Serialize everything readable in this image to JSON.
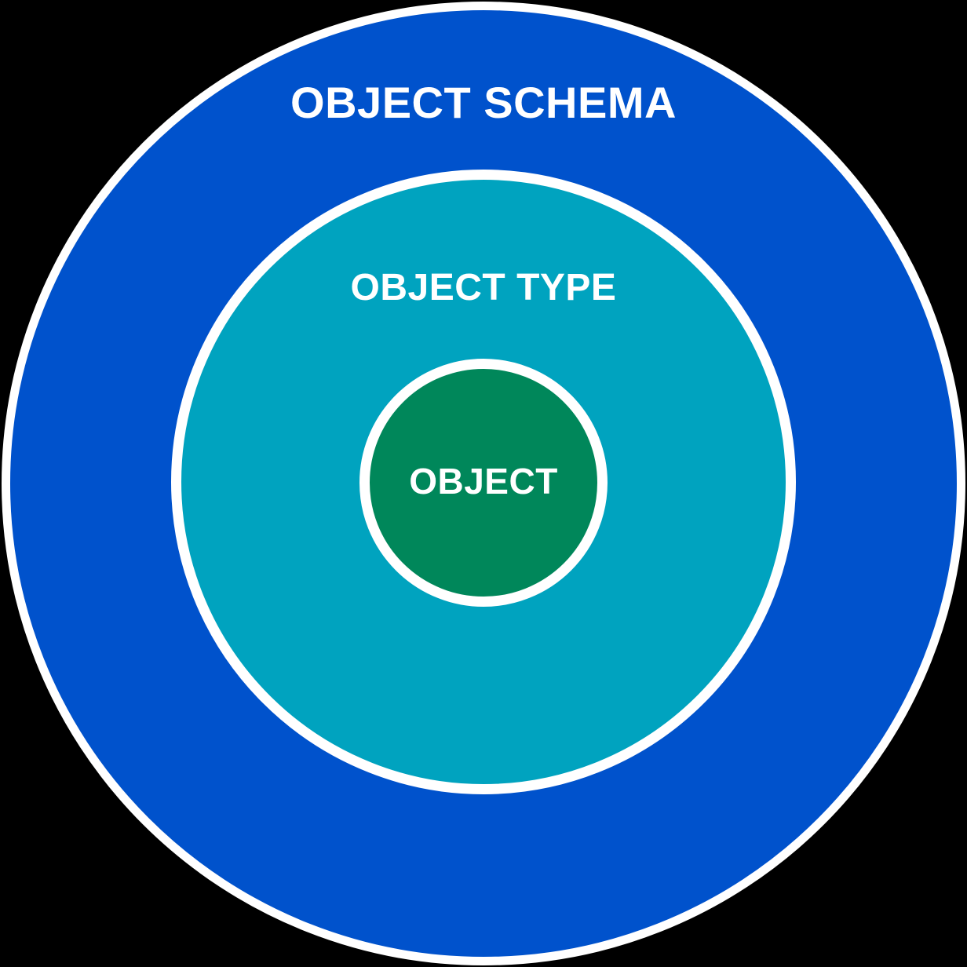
{
  "diagram": {
    "title": "Concentric circles diagram of object hierarchy",
    "background_color": "#000000",
    "text_color": "#FFFFFF",
    "stroke_color": "#FFFFFF",
    "rings": [
      {
        "id": "object-schema",
        "label": "OBJECT SCHEMA",
        "fill": "#0052CC"
      },
      {
        "id": "object-type",
        "label": "OBJECT TYPE",
        "fill": "#00A3BF"
      },
      {
        "id": "object",
        "label": "OBJECT",
        "fill": "#00875A"
      }
    ]
  }
}
